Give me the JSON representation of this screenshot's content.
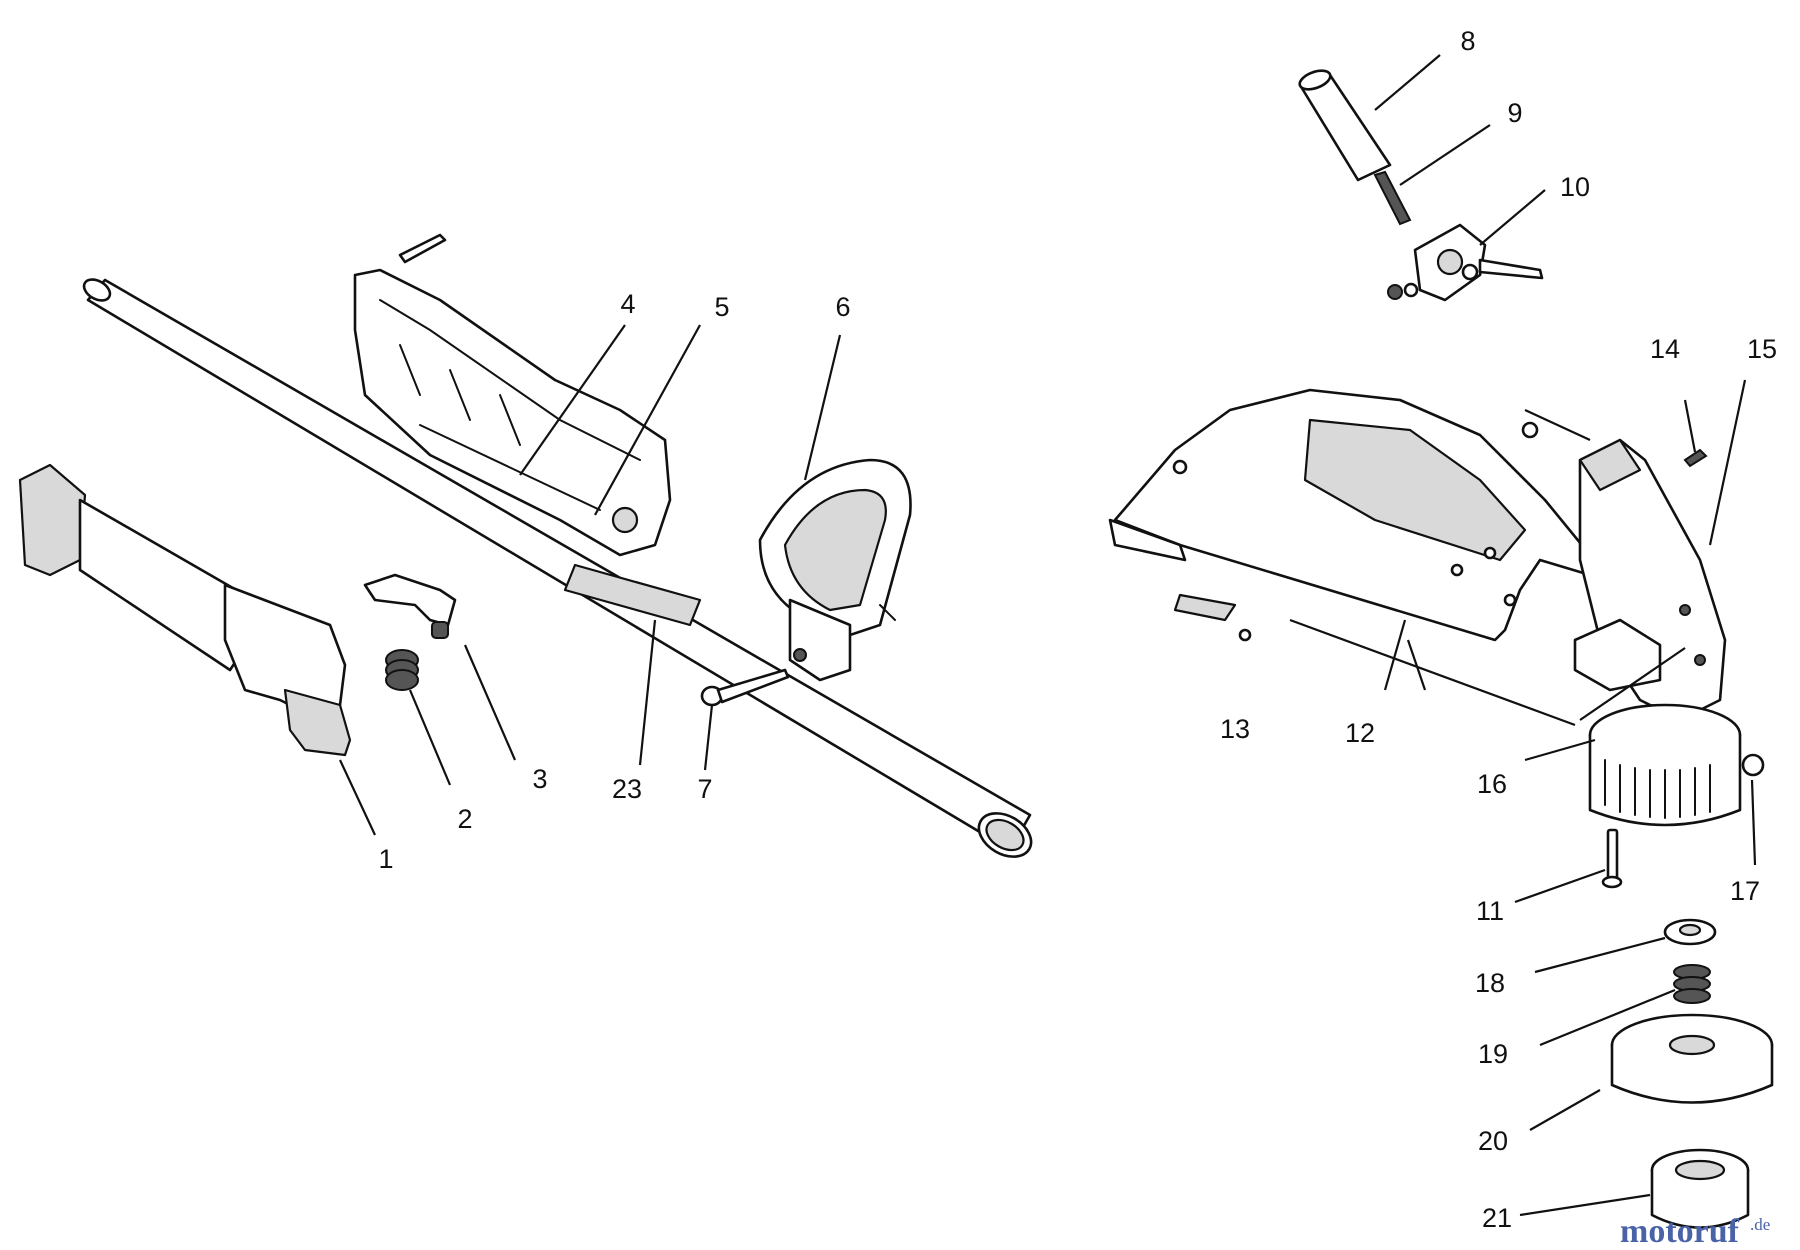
{
  "callouts": {
    "c1": "1",
    "c2": "2",
    "c3": "3",
    "c4": "4",
    "c5": "5",
    "c6": "6",
    "c7": "7",
    "c8": "8",
    "c9": "9",
    "c10": "10",
    "c11": "11",
    "c12": "12",
    "c13": "13",
    "c14": "14",
    "c15": "15",
    "c16": "16",
    "c17": "17",
    "c18": "18",
    "c19": "19",
    "c20": "20",
    "c21": "21",
    "c23": "23"
  },
  "watermark": {
    "main": "motoruf",
    "tld": ".de"
  },
  "colors": {
    "ink": "#111111",
    "shade": "#d9d9d9",
    "watermark": "#4a63a8"
  }
}
